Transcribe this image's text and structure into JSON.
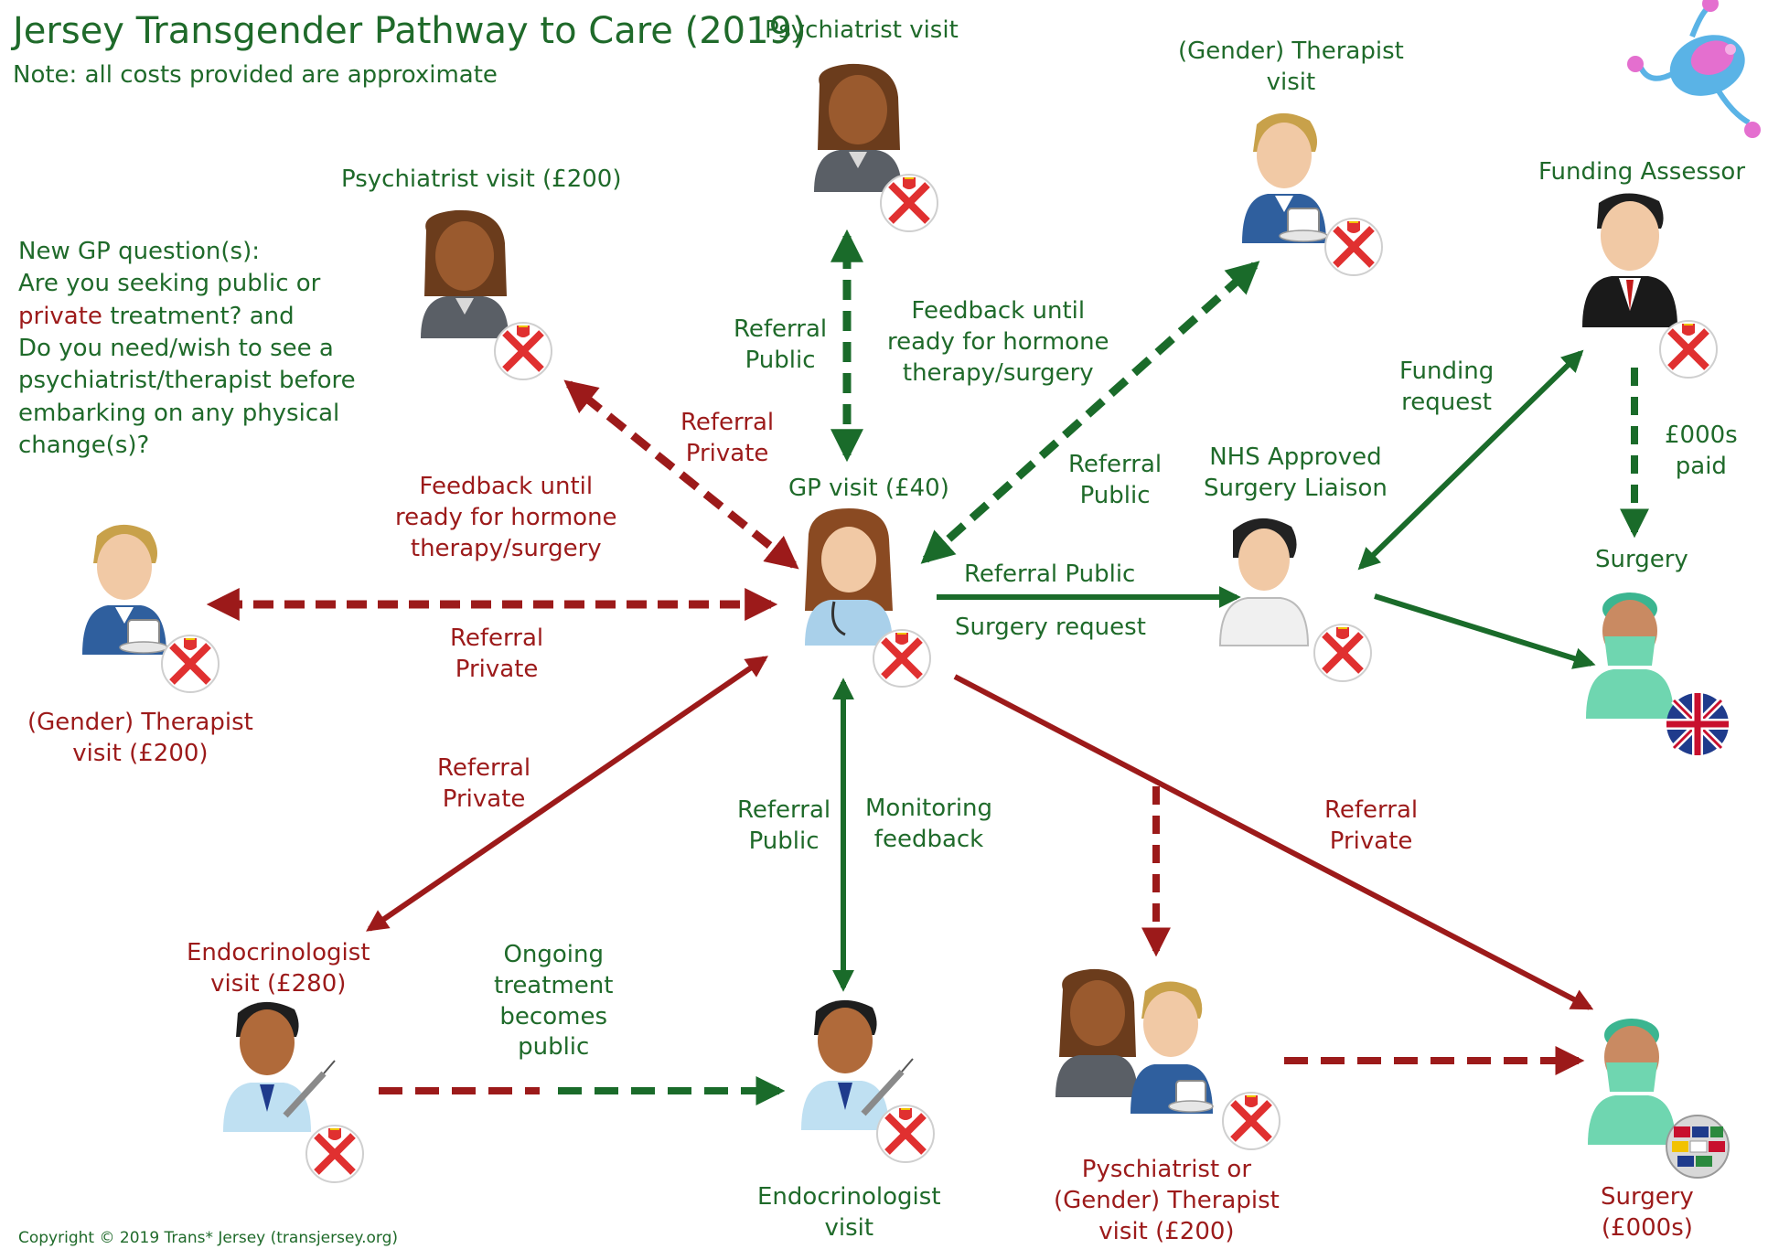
{
  "title": "Jersey Transgender Pathway to Care (2019)",
  "note": "Note: all costs provided are approximate",
  "question": {
    "heading": "New GP question(s):",
    "line1_a": "Are you seeking public or",
    "line2_red": "private",
    "line2_b": " treatment? and",
    "line3": "Do you need/wish to see a psychiatrist/therapist before embarking on any physical change(s)?"
  },
  "nodes": {
    "psychiatrist_public": "Psychiatrist visit",
    "psychiatrist_private": "Psychiatrist visit (£200)",
    "therapist_public": [
      "(Gender) Therapist",
      "visit"
    ],
    "funding_assessor": "Funding Assessor",
    "gp": "GP visit (£40)",
    "nhs_liaison": [
      "NHS Approved",
      "Surgery Liaison"
    ],
    "surgery_uk": "Surgery",
    "therapist_private": [
      "(Gender) Therapist",
      "visit (£200)"
    ],
    "endo_private": [
      "Endocrinologist",
      "visit (£280)"
    ],
    "endo_public": [
      "Endocrinologist",
      "visit"
    ],
    "psych_or_therapist_private": [
      "Pyschiatrist or",
      "(Gender) Therapist",
      "visit (£200)"
    ],
    "surgery_abroad": [
      "Surgery",
      "(£000s)"
    ]
  },
  "edges": {
    "referral_public": [
      "Referral",
      "Public"
    ],
    "referral_private": [
      "Referral",
      "Private"
    ],
    "feedback": [
      "Feedback until",
      "ready for hormone",
      "therapy/surgery"
    ],
    "funding_request": [
      "Funding",
      "request"
    ],
    "paid": [
      "£000s",
      "paid"
    ],
    "referral_public_inline": "Referral Public",
    "surgery_request": "Surgery request",
    "monitoring": [
      "Monitoring",
      "feedback"
    ],
    "ongoing": [
      "Ongoing",
      "treatment",
      "becomes",
      "public"
    ]
  },
  "colors": {
    "green": "#1a6b2a",
    "red": "#9c1a1a",
    "jersey_red": "#e03030",
    "union_blue": "#1f3b8c"
  },
  "copyright": "Copyright © 2019 Trans* Jersey (transjersey.org)"
}
